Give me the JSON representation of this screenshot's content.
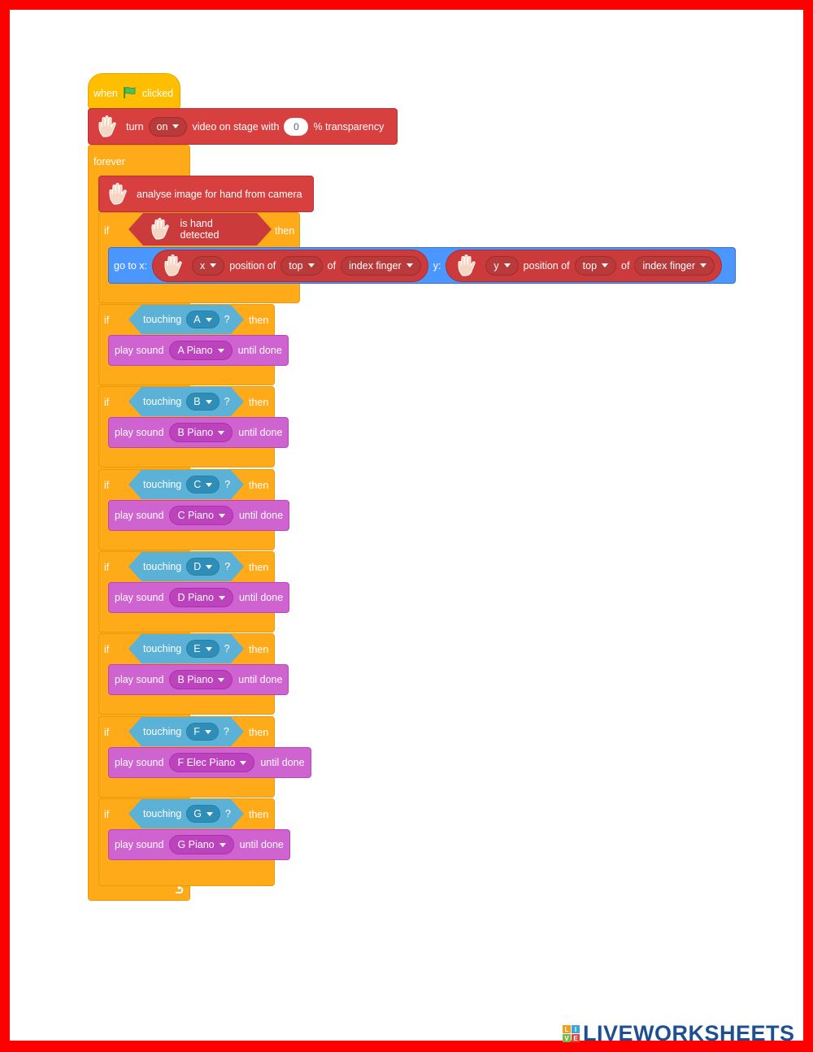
{
  "hat": {
    "when": "when",
    "clicked": "clicked"
  },
  "video": {
    "turn": "turn",
    "state": "on",
    "on_stage": "video on stage with",
    "transparency_value": "0",
    "transparency_label": "% transparency"
  },
  "forever": {
    "label": "forever"
  },
  "analyse": {
    "label": "analyse image for hand from camera"
  },
  "if_hand": {
    "if": "if",
    "condition": "is hand detected",
    "then": "then"
  },
  "goto": {
    "label": "go to x:",
    "y_label": "y:",
    "x_reporter": {
      "axis": "x",
      "position_of": "position of",
      "part": "top",
      "of": "of",
      "finger": "index finger"
    },
    "y_reporter": {
      "axis": "y",
      "position_of": "position of",
      "part": "top",
      "of": "of",
      "finger": "index finger"
    }
  },
  "common": {
    "if": "if",
    "touching": "touching",
    "question": "?",
    "then": "then",
    "play_sound": "play sound",
    "until_done": "until done"
  },
  "note_blocks": [
    {
      "sprite": "A",
      "sound": "A Piano"
    },
    {
      "sprite": "B",
      "sound": "B Piano"
    },
    {
      "sprite": "C",
      "sound": "C Piano"
    },
    {
      "sprite": "D",
      "sound": "D Piano"
    },
    {
      "sprite": "E",
      "sound": "B Piano"
    },
    {
      "sprite": "F",
      "sound": "F Elec Piano"
    },
    {
      "sprite": "G",
      "sound": "G Piano"
    }
  ],
  "colors": {
    "frame": "#ff0000",
    "events": "#ffbf00",
    "control": "#ffab19",
    "extension": "#d84040",
    "motion": "#4c97ff",
    "sensing": "#5cb1d6",
    "sound": "#cf63cf"
  },
  "icons": {
    "flag": "green-flag-icon",
    "hand": "hand-icon",
    "loop": "loop-arrow-icon"
  },
  "logo": {
    "text": "LIVEWORKSHEETS",
    "mark": [
      "L",
      "I",
      "V",
      "E"
    ]
  }
}
